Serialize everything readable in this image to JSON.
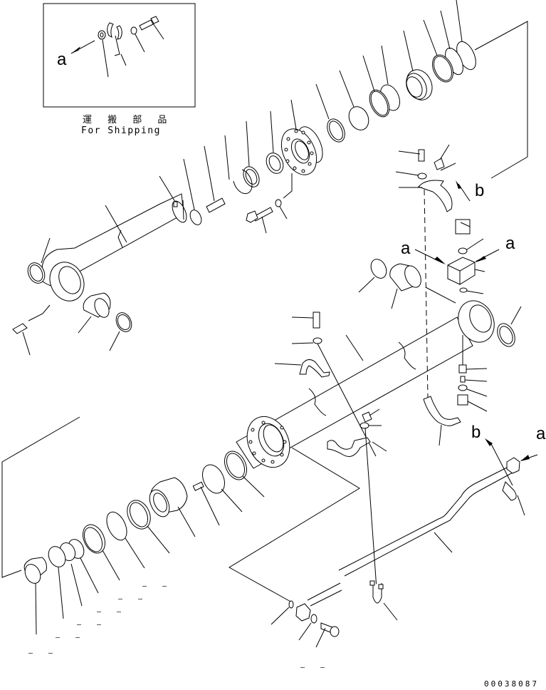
{
  "diagram": {
    "type": "exploded parts diagram",
    "subject": "hydraulic cylinder assembly with piping",
    "inset": {
      "caption_jp": "運 搬 部 品",
      "caption_en": "For Shipping",
      "callout": "a"
    },
    "callouts": {
      "a_inset": "a",
      "a_block_left": "a",
      "a_block_right": "a",
      "b_clamp_top": "b",
      "b_clamp_bottom": "b",
      "a_tube_end": "a"
    },
    "drawing_number": "00038087",
    "part_number_placeholders": [
      "– –",
      "– –",
      "– –",
      "– –",
      "– –",
      "– –",
      "– –",
      "– –"
    ]
  }
}
